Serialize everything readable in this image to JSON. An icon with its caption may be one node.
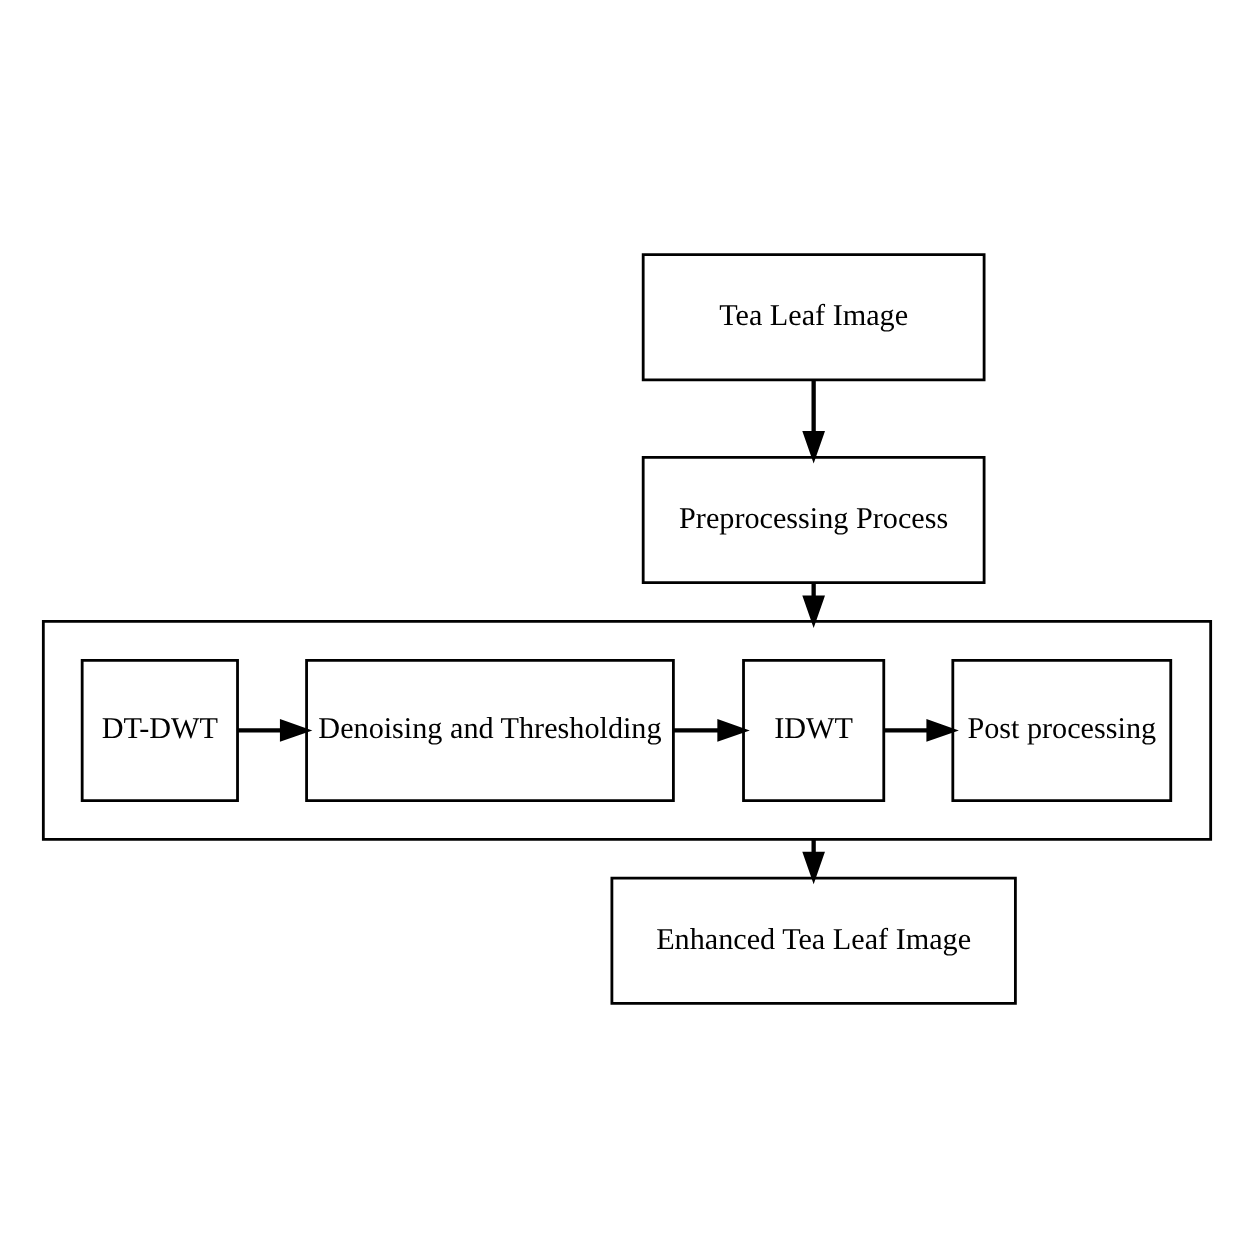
{
  "diagram": {
    "nodes": [
      {
        "text": [
          "Tea Leaf Image"
        ]
      },
      {
        "text": [
          "Preprocessing Process"
        ]
      },
      {
        "text": [],
        "shape": "box"
      },
      {
        "text": [
          "DT-DWT"
        ],
        "in": 2
      },
      {
        "text": [
          "Denoising and Thresholding"
        ],
        "in": 2
      },
      {
        "text": [
          "IDWT"
        ],
        "in": 2
      },
      {
        "text": [
          "Post processing"
        ],
        "in": 2
      },
      {
        "text": [
          "Enhanced Tea Leaf Image"
        ]
      }
    ],
    "edges": [
      {
        "from": 0,
        "to": 1,
        "arrow": "to"
      },
      {
        "from": 1,
        "to": 2,
        "arrow": "to"
      },
      {
        "from": 3,
        "to": 4,
        "arrow": "to"
      },
      {
        "from": 4,
        "to": 5,
        "arrow": "to"
      },
      {
        "from": 5,
        "to": 6,
        "arrow": "to"
      },
      {
        "from": 2,
        "to": 7,
        "arrow": "to"
      }
    ]
  }
}
